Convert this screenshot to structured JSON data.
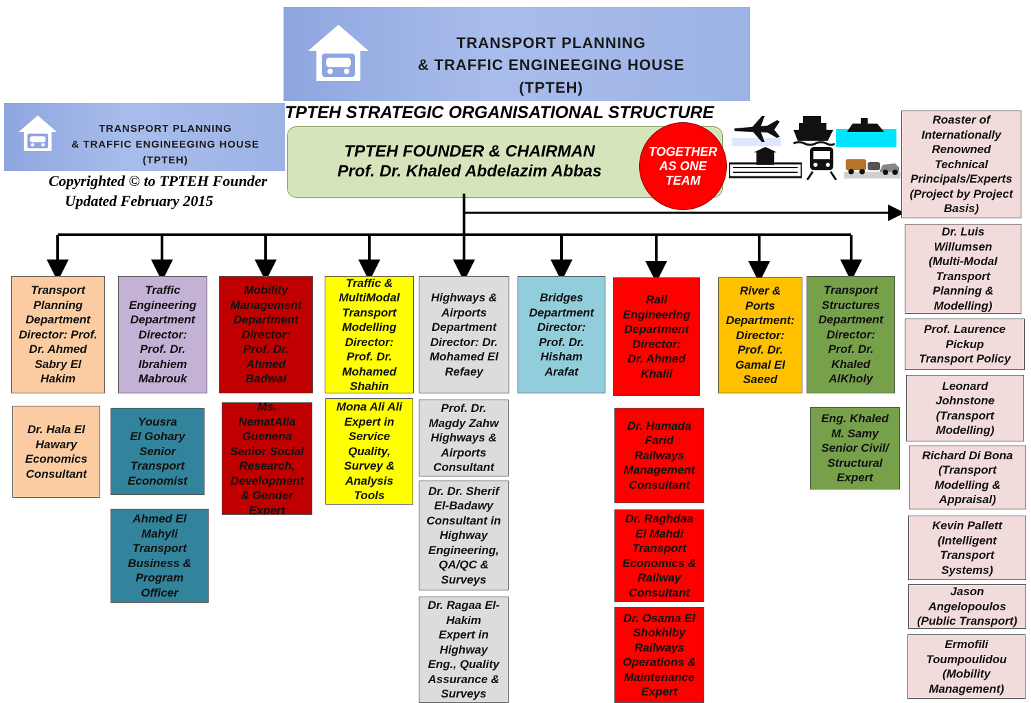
{
  "banner": {
    "line1": "TRANSPORT PLANNING",
    "line2": "& TRAFFIC ENGINEEGING HOUSE",
    "line3": "(TPTEH)"
  },
  "title": "TPTEH STRATEGIC ORGANISATIONAL STRUCTURE",
  "copyright": {
    "line1": "Copyrighted © to TPTEH Founder",
    "line2": "Updated February 2015"
  },
  "founder": {
    "line1": "TPTEH FOUNDER & CHAIRMAN",
    "line2": "Prof. Dr. Khaled Abdelazim Abbas"
  },
  "team_badge": "TOGETHER\nAS ONE\nTEAM",
  "icons": [
    "airplane-icon",
    "ship-icon",
    "ferry-icon",
    "train-station-icon",
    "metro-train-icon",
    "cars-icon"
  ],
  "departments": [
    "Transport\nPlanning\nDepartment\nDirector: Prof.\nDr. Ahmed\nSabry El\nHakim",
    "Traffic\nEngineering\nDepartment\nDirector:\nProf. Dr.\nIbrahiem\nMabrouk",
    "Mobility\nManagement\nDepartment\nDirector:\nProf. Dr.\nAhmed\nBadwai",
    "Traffic &\nMultiModal\nTransport\nModelling\nDirector:\nProf. Dr.\nMohamed\nShahin",
    "Highways &\nAirports\nDepartment\nDirector: Dr.\nMohamed  El\nRefaey",
    "Bridges\nDepartment\nDirector:\nProf. Dr.\nHisham\nArafat",
    "Rail\nEngineering\nDepartment\nDirector:\nDr. Ahmed\nKhalil",
    "River &\nPorts\nDepartment:\nDirector:\nProf. Dr.\nGamal El\nSaeed",
    "Transport\nStructures\nDepartment\nDirector:\nProf. Dr.\nKhaled\nAlKholy"
  ],
  "staff": {
    "hala": "Dr. Hala El\nHawary\nEconomics\nConsultant",
    "yousra": "Yousra\nEl Gohary\nSenior\nTransport\nEconomist",
    "ahmed_mahyli": "Ahmed  El\nMahyli\nTransport\nBusiness &\nProgram\nOfficer",
    "nematalla": "Ms.\nNematAlla\nGuenena\nSenior Social\nResearch,\nDevelopment\n& Gender\nExpert",
    "mona": "Mona Ali Ali\nExpert in\nService\nQuality,\nSurvey &\nAnalysis\nTools",
    "magdy": "Prof. Dr.\nMagdy Zahw\nHighways &\nAirports\nConsultant",
    "sherif": "Dr. Dr. Sherif\nEl-Badawy\nConsultant in\nHighway\nEngineering,\nQA/QC &\nSurveys",
    "ragaa": "Dr. Ragaa El-\nHakim\nExpert in\nHighway\nEng., Quality\nAssurance &\nSurveys",
    "hamada": "Dr. Hamada\nFarid\nRailways\nManagement\nConsultant",
    "raghdaa": "Dr. Raghdaa\nEl Mahdi\nTransport\nEconomics &\nRailway\nConsultant",
    "osama": "Dr. Osama El\nShokhiby\nRailways\nOperations &\nMaintenance\nExpert",
    "khaled_samy": "Eng. Khaled\nM. Samy\nSenior Civil/\nStructural\nExpert"
  },
  "experts": [
    "Roaster of\nInternationally\nRenowned\nTechnical\nPrincipals/Experts\n(Project by Project\nBasis)",
    "Dr. Luis\nWillumsen\n(Multi-Modal\nTransport\nPlanning &\nModelling)",
    "Prof. Laurence\nPickup\nTransport Policy",
    "Leonard\nJohnstone\n(Transport\nModelling)",
    "Richard Di Bona\n(Transport\nModelling &\nAppraisal)",
    "Kevin Pallett\n(Intelligent\nTransport\nSystems)",
    "Jason\nAngelopoulos\n(Public Transport)",
    "Ermofili\nToumpoulidou\n(Mobility\nManagement)"
  ]
}
